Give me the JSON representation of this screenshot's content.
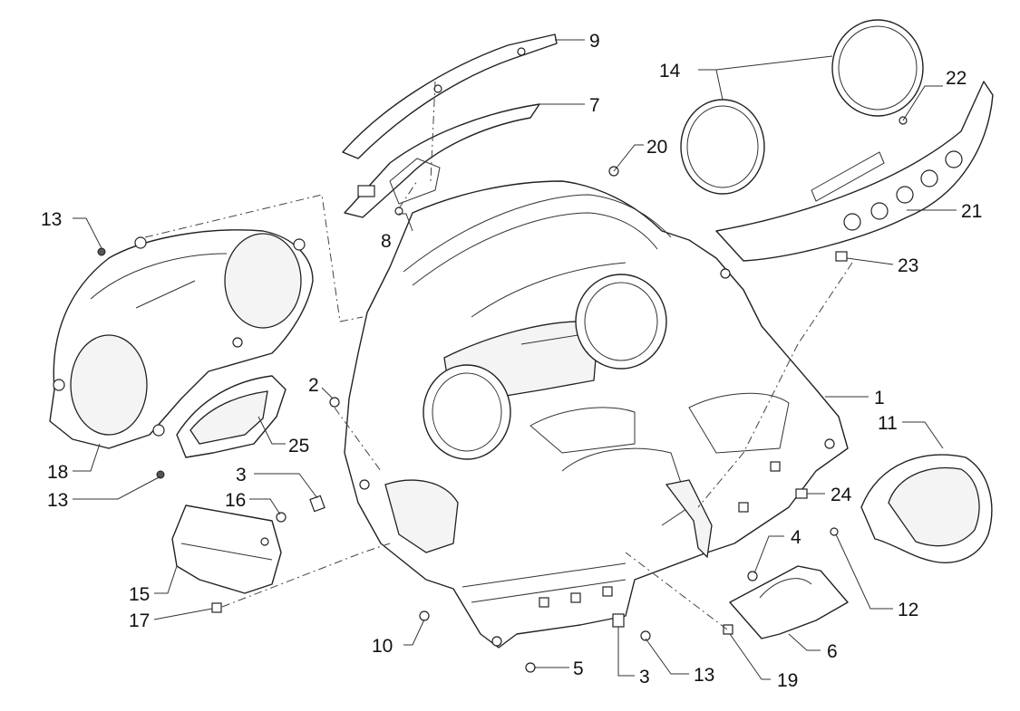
{
  "diagram": {
    "callouts": [
      {
        "id": "c1",
        "label": "1"
      },
      {
        "id": "c2",
        "label": "2"
      },
      {
        "id": "c3a",
        "label": "3"
      },
      {
        "id": "c3b",
        "label": "3"
      },
      {
        "id": "c4",
        "label": "4"
      },
      {
        "id": "c5",
        "label": "5"
      },
      {
        "id": "c6",
        "label": "6"
      },
      {
        "id": "c7",
        "label": "7"
      },
      {
        "id": "c8",
        "label": "8"
      },
      {
        "id": "c9",
        "label": "9"
      },
      {
        "id": "c10",
        "label": "10"
      },
      {
        "id": "c11",
        "label": "11"
      },
      {
        "id": "c12",
        "label": "12"
      },
      {
        "id": "c13a",
        "label": "13"
      },
      {
        "id": "c13b",
        "label": "13"
      },
      {
        "id": "c13c",
        "label": "13"
      },
      {
        "id": "c14",
        "label": "14"
      },
      {
        "id": "c15",
        "label": "15"
      },
      {
        "id": "c16",
        "label": "16"
      },
      {
        "id": "c17",
        "label": "17"
      },
      {
        "id": "c18",
        "label": "18"
      },
      {
        "id": "c19",
        "label": "19"
      },
      {
        "id": "c20",
        "label": "20"
      },
      {
        "id": "c21",
        "label": "21"
      },
      {
        "id": "c22",
        "label": "22"
      },
      {
        "id": "c23",
        "label": "23"
      },
      {
        "id": "c24",
        "label": "24"
      },
      {
        "id": "c25",
        "label": "25"
      }
    ]
  }
}
